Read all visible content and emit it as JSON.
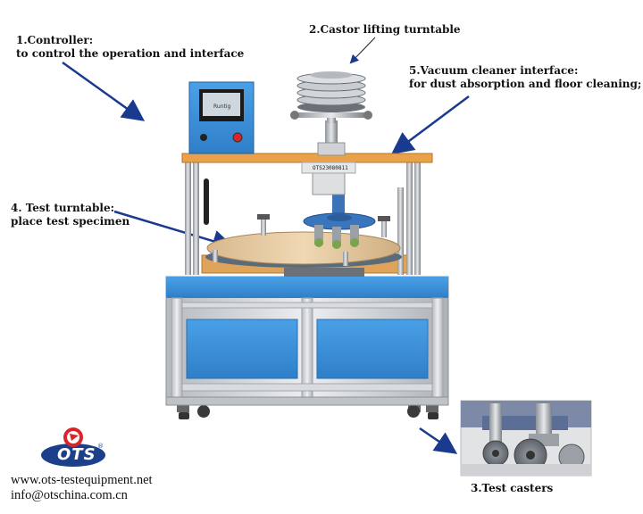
{
  "annotations": {
    "controller_title": "1.Controller:",
    "controller_desc": "to control the operation and interface",
    "castor_lifting": "2.Castor lifting turntable",
    "vacuum_title": "5.Vacuum cleaner interface:",
    "vacuum_desc": "for dust absorption and floor cleaning;",
    "turntable_title": "4. Test turntable:",
    "turntable_desc": "place test specimen",
    "test_casters": "3.Test casters"
  },
  "logo": {
    "text": "OTS",
    "mark": "®"
  },
  "footer": {
    "website": "www.ots-testequipment.net",
    "email": "info@otschina.com.cn"
  },
  "screen": {
    "text": "Runtig"
  },
  "plate": {
    "text": "OTS23080811"
  },
  "colors": {
    "machine_blue": "#3a8fd6",
    "frame_gray": "#c9ccd0",
    "top_plate": "#e9a24a",
    "logo_red": "#d9242a",
    "logo_blue": "#1b3f8b",
    "arrow_blue": "#1a3a8f"
  }
}
